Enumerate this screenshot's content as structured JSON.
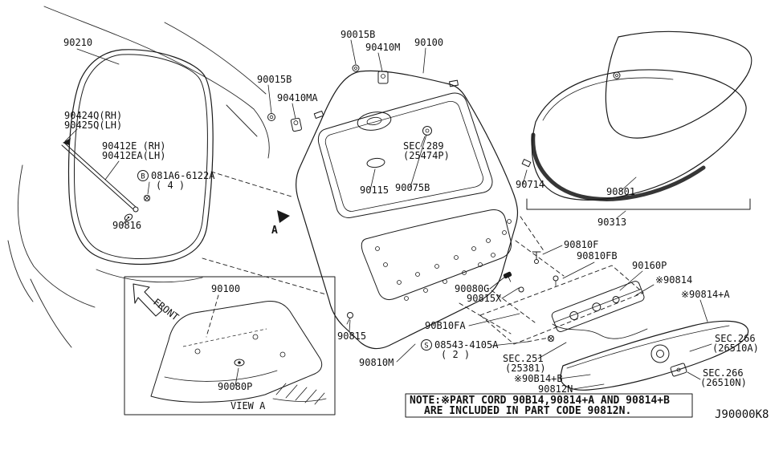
{
  "page": {
    "bg": "#ffffff",
    "ink": "#1a1a1a",
    "code": "J90000K8"
  },
  "labels": {
    "p90210": "90210",
    "p90015b_top": "90015B",
    "p90410m": "90410M",
    "p90100": "90100",
    "p90015b_left": "90015B",
    "p90410ma": "90410MA",
    "p90424q": "90424Q(RH)",
    "p90425q": "90425Q(LH)",
    "p90412e": "90412E (RH)",
    "p90412ea": "90412EA(LH)",
    "bolt_circle": "B",
    "bolt_code": "081A6-6122A",
    "bolt_qty": "( 4 )",
    "p90816": "90816",
    "sec289": "SEC.289",
    "sec289_ref": "(25474P)",
    "p90115": "90115",
    "p90075b": "90075B",
    "p90714": "90714",
    "p90801": "90801",
    "p90313": "90313",
    "p90810f": "90810F",
    "p90810fb": "90810FB",
    "p90160p": "90160P",
    "p90814": "※90814",
    "p90814a": "※90814+A",
    "p90080g": "90080G",
    "p90815x": "90815X",
    "p90b10fa": "90B10FA",
    "screw_circle": "S",
    "screw_code": "08543-4105A",
    "screw_qty": "( 2 )",
    "p90815": "90815",
    "p90810m": "90810M",
    "sec251": "SEC.251",
    "sec251_ref": "(25381)",
    "p90b14b": "※90B14+B",
    "p90812n": "90812N",
    "sec266a": "SEC.266",
    "sec266a_ref": "(26510A)",
    "sec266n": "SEC.266",
    "sec266n_ref": "(26510N)",
    "view_90100": "90100",
    "p90080p": "90080P",
    "view_a": "VIEW A",
    "front": "FRONT",
    "marker_a": "A",
    "note1": "NOTE:※PART CORD 90B14,90814+A AND 90814+B",
    "note2": "ARE INCLUDED IN PART CODE 90812N."
  }
}
